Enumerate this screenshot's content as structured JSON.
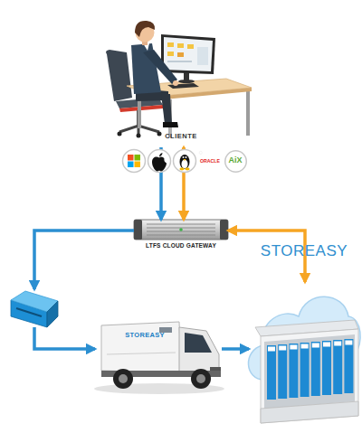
{
  "diagram": {
    "nodes": [
      {
        "text": [
          "CLIENTE"
        ]
      },
      {
        "text": [
          "ORACLE"
        ]
      },
      {
        "text": [
          "AiX"
        ]
      },
      {
        "text": [
          "LTFS CLOUD GATEWAY"
        ]
      },
      {
        "text": []
      },
      {
        "text": [
          "STOREASY"
        ]
      },
      {
        "text": [
          "STOREASY"
        ]
      }
    ],
    "edges": [
      {
        "from": 0,
        "to": 3,
        "arrow": "to"
      },
      {
        "from": 0,
        "to": 3,
        "arrow": "both"
      },
      {
        "from": 3,
        "to": 4,
        "arrow": "to"
      },
      {
        "from": 3,
        "to": 6,
        "arrow": "both"
      },
      {
        "from": 4,
        "to": 5,
        "arrow": "to"
      },
      {
        "from": 5,
        "to": 6,
        "arrow": "to"
      }
    ]
  }
}
